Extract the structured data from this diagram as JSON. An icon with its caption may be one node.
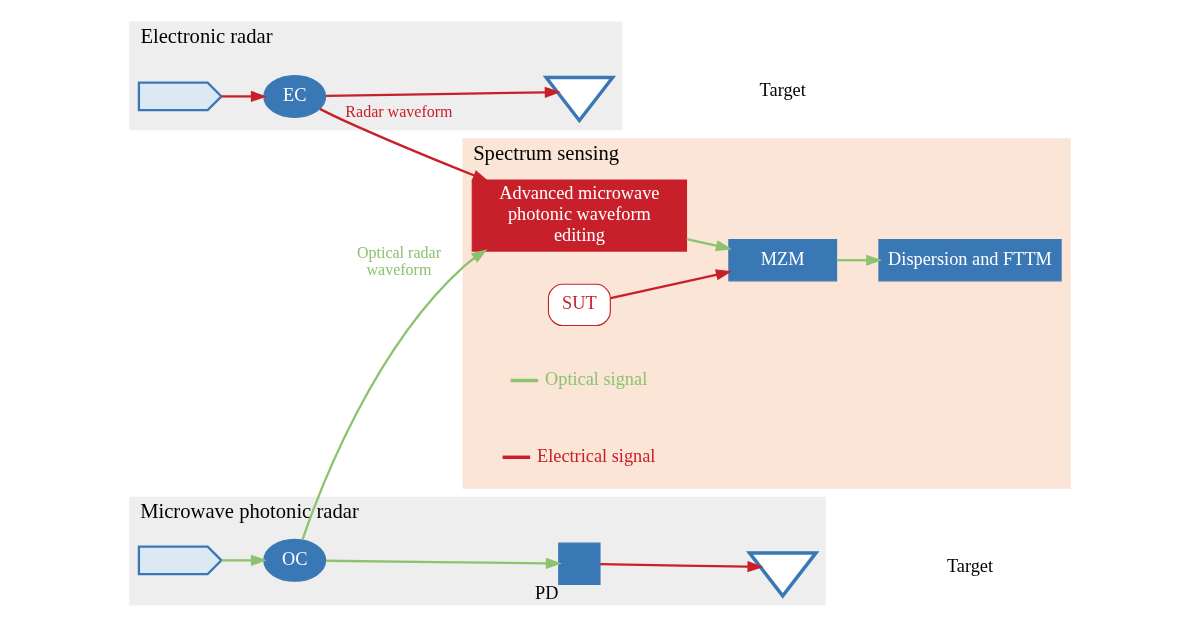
{
  "diagram": {
    "nodes": [
      {
        "text": [
          "Electronic radar"
        ]
      },
      {
        "text": [],
        "shape": "wave",
        "in": 0
      },
      {
        "text": [
          "EC"
        ],
        "in": 0
      },
      {
        "text": [],
        "shape": "antenna",
        "in": 0
      },
      {
        "text": [
          "Spectrum sensing"
        ]
      },
      {
        "text": [
          "Advanced microwave photonic waveform editing"
        ],
        "in": 4
      },
      {
        "text": [
          "MZM"
        ],
        "in": 4
      },
      {
        "text": [
          "Dispersion and FTTM"
        ],
        "in": 4
      },
      {
        "text": [
          "SUT"
        ],
        "in": 4
      },
      {
        "text": [
          "Microwave photonic radar"
        ]
      },
      {
        "text": [],
        "shape": "wave",
        "in": 9
      },
      {
        "text": [
          "OC"
        ],
        "in": 9
      },
      {
        "text": [],
        "shape": "box",
        "in": 9,
        "beside": [
          "PD"
        ]
      },
      {
        "text": [],
        "shape": "antenna",
        "in": 9
      }
    ],
    "edges": [
      {
        "from": 1,
        "to": 2,
        "arrow": "to",
        "color": "#c8202a"
      },
      {
        "from": 2,
        "to": 3,
        "arrow": "to",
        "color": "#c8202a"
      },
      {
        "from": 2,
        "to": 5,
        "arrow": "to",
        "label": "Radar waveform",
        "color": "#c8202a"
      },
      {
        "from": 5,
        "to": 6,
        "arrow": "to",
        "color": "#8dc26f"
      },
      {
        "from": 6,
        "to": 7,
        "arrow": "to",
        "color": "#8dc26f"
      },
      {
        "from": 8,
        "to": 6,
        "arrow": "to",
        "color": "#c8202a"
      },
      {
        "from": 10,
        "to": 11,
        "arrow": "to",
        "color": "#8dc26f"
      },
      {
        "from": 11,
        "to": 12,
        "arrow": "to",
        "color": "#8dc26f"
      },
      {
        "from": 12,
        "to": 13,
        "arrow": "to",
        "color": "#c8202a"
      },
      {
        "from": 11,
        "to": 5,
        "arrow": "to",
        "label": "Optical radar waveform",
        "color": "#8dc26f"
      }
    ],
    "labels": [
      "Target",
      "Target"
    ],
    "legend": [
      {
        "text": "Optical signal",
        "color": "#8dc26f"
      },
      {
        "text": "Electrical signal",
        "color": "#c8202a"
      }
    ]
  }
}
